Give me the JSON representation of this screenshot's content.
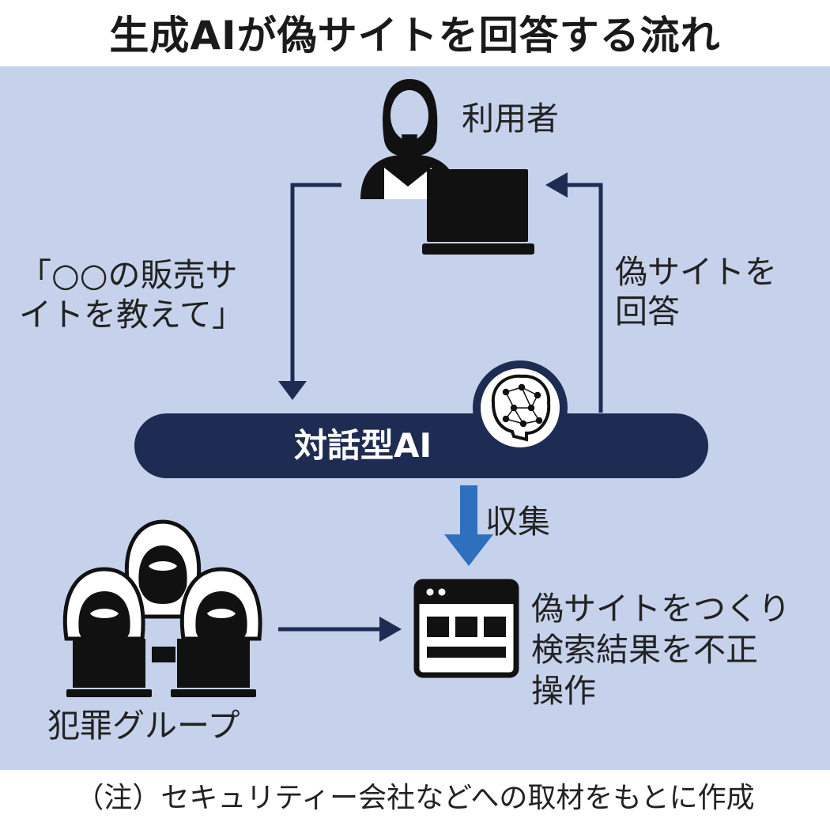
{
  "title": "生成AIが偽サイトを回答する流れ",
  "nodes": {
    "user": "利用者",
    "ai": "対話型AI",
    "criminal": "犯罪グループ"
  },
  "edges": {
    "query": [
      "「○○の販売サ",
      "イトを教えて」"
    ],
    "answer": [
      "偽サイトを",
      "回答"
    ],
    "collect": "収集",
    "fake": [
      "偽サイトをつくり",
      "検索結果を不正",
      "操作"
    ]
  },
  "note": "（注）セキュリティー会社などへの取材をもとに作成",
  "colors": {
    "panel": "#c6d2ec",
    "navy": "#1e2b52",
    "blue_arrow": "#2e6fbe",
    "figure": "#111111"
  }
}
